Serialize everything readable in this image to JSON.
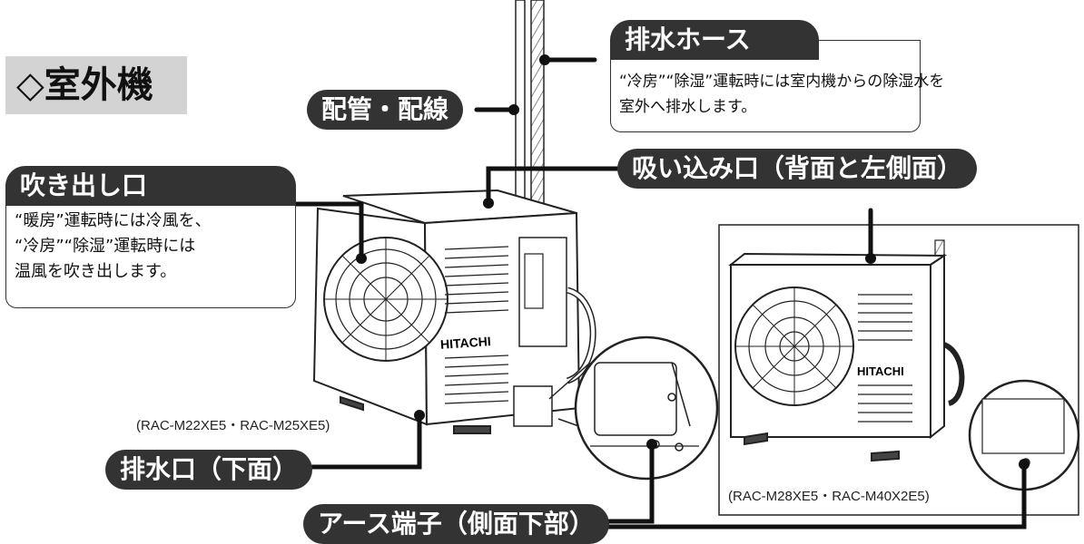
{
  "section_title": "◇室外機",
  "labels": {
    "piping": "配管・配線",
    "intake": "吸い込み口（背面と左側面）",
    "drain_outlet": "排水口（下面）",
    "earth_terminal": "アース端子（側面下部）"
  },
  "drain_hose": {
    "title": "排水ホース",
    "body": "“冷房”“除湿”運転時には室内機からの除湿水を\n室外へ排水します。"
  },
  "air_outlet": {
    "title": "吹き出し口",
    "body": "“暖房”運転時には冷風を、\n“冷房”“除湿”運転時には\n温風を吹き出します。"
  },
  "models": {
    "small": "(RAC-M22XE5・RAC-M25XE5)",
    "large": "(RAC-M28XE5・RAC-M40X2E5)"
  },
  "brand": "HITACHI",
  "colors": {
    "label_bg": "#333333",
    "title_bg": "#d3d3d3"
  }
}
